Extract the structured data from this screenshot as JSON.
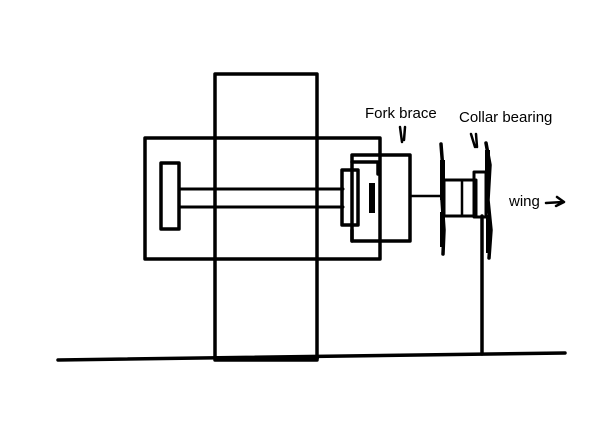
{
  "labels": {
    "fork_brace": "Fork brace",
    "collar_bearing": "Collar bearing",
    "wing": "wing"
  },
  "colors": {
    "ink": "#000000",
    "background": "#ffffff"
  }
}
